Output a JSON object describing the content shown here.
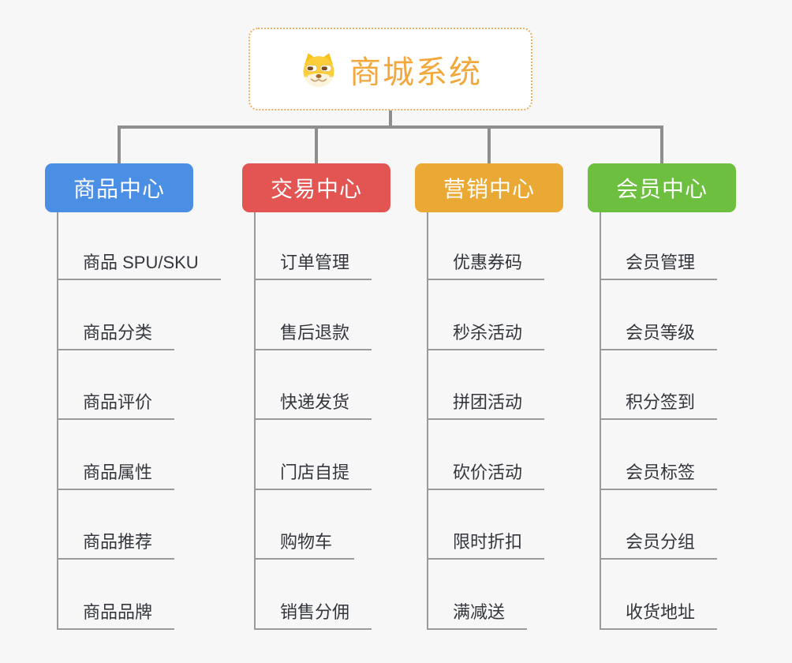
{
  "root": {
    "title": "商城系统",
    "icon": "shiba-dog-icon"
  },
  "branches": [
    {
      "label": "商品中心",
      "color": "#4a8fe4",
      "children": [
        "商品 SPU/SKU",
        "商品分类",
        "商品评价",
        "商品属性",
        "商品推荐",
        "商品品牌"
      ]
    },
    {
      "label": "交易中心",
      "color": "#e25552",
      "children": [
        "订单管理",
        "售后退款",
        "快递发货",
        "门店自提",
        "购物车",
        "销售分佣"
      ]
    },
    {
      "label": "营销中心",
      "color": "#eaa935",
      "children": [
        "优惠券码",
        "秒杀活动",
        "拼团活动",
        "砍价活动",
        "限时折扣",
        "满减送"
      ]
    },
    {
      "label": "会员中心",
      "color": "#6cbf3f",
      "children": [
        "会员管理",
        "会员等级",
        "积分签到",
        "会员标签",
        "会员分组",
        "收货地址"
      ]
    }
  ],
  "colors": {
    "root_title": "#f2a83c",
    "root_border": "#f0ad5a",
    "connector": "#8e8e8e",
    "leaf_line": "#999a9b",
    "leaf_text": "#33363c",
    "background": "#f7f7f8"
  }
}
